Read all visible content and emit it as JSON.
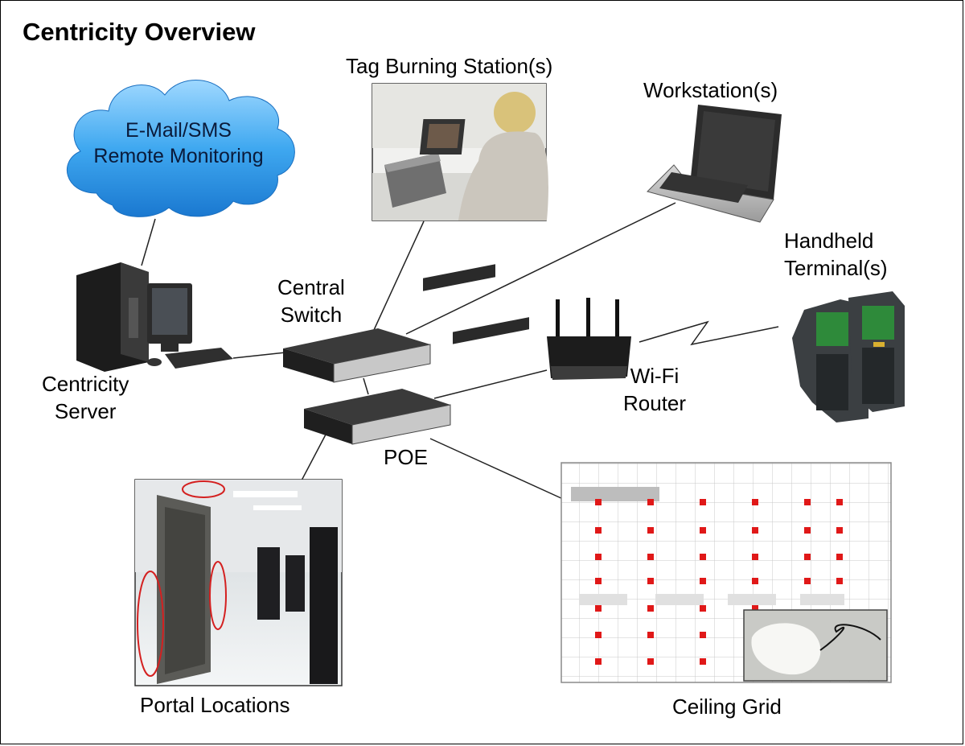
{
  "title": "Centricity Overview",
  "cloud": {
    "line1": "E-Mail/SMS",
    "line2": "Remote Monitoring"
  },
  "labels": {
    "tag_burning": "Tag Burning Station(s)",
    "workstation": "Workstation(s)",
    "handheld_1": "Handheld",
    "handheld_2": "Terminal(s)",
    "central_switch_1": "Central",
    "central_switch_2": "Switch",
    "server_1": "Centricity",
    "server_2": "Server",
    "wifi_1": "Wi-Fi",
    "wifi_2": "Router",
    "poe": "POE",
    "portal": "Portal Locations",
    "ceiling": "Ceiling Grid"
  },
  "colors": {
    "cloud": "#3fa8f0",
    "highlight_ellipse": "#d42020",
    "grid_marker": "#e01818",
    "switch_body": "#2a2a2a",
    "switch_face": "#c8c8c8"
  }
}
